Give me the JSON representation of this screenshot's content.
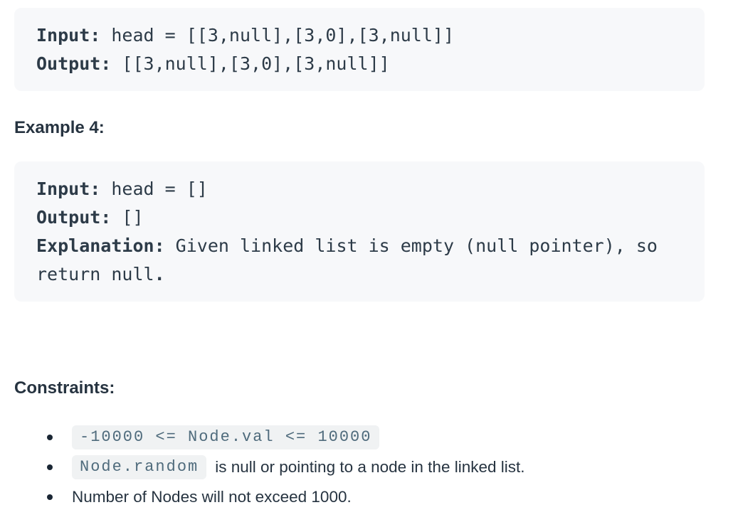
{
  "colors": {
    "page_bg": "#ffffff",
    "code_block_bg": "#f7f8fa",
    "code_text": "#2d3b48",
    "heading_text": "#263340",
    "body_text": "#263340",
    "inline_code_bg": "#f0f2f3",
    "inline_code_text": "#4f6b7c",
    "bullet_dot": "#1a2634"
  },
  "example3_block": {
    "lines": [
      {
        "label": "Input:",
        "code": " head = [[3,null],[3,0],[3,null]]"
      },
      {
        "label": "Output:",
        "code": " [[3,null],[3,0],[3,null]]"
      }
    ]
  },
  "example4": {
    "heading": "Example 4:",
    "block": {
      "lines": [
        {
          "label": "Input:",
          "code": " head = []"
        },
        {
          "label": "Output:",
          "code": " []"
        },
        {
          "label": "Explanation:",
          "code": " Given linked list is empty (null pointer), so"
        },
        {
          "label": "",
          "code": "return null",
          "bold_suffix": "."
        }
      ]
    }
  },
  "constraints": {
    "heading": "Constraints:",
    "items": [
      {
        "code": "-10000 <= Node.val <= 10000",
        "text": ""
      },
      {
        "code": "Node.random",
        "text": "is null or pointing to a node in the linked list."
      },
      {
        "code": "",
        "text": "Number of Nodes will not exceed 1000."
      }
    ]
  }
}
